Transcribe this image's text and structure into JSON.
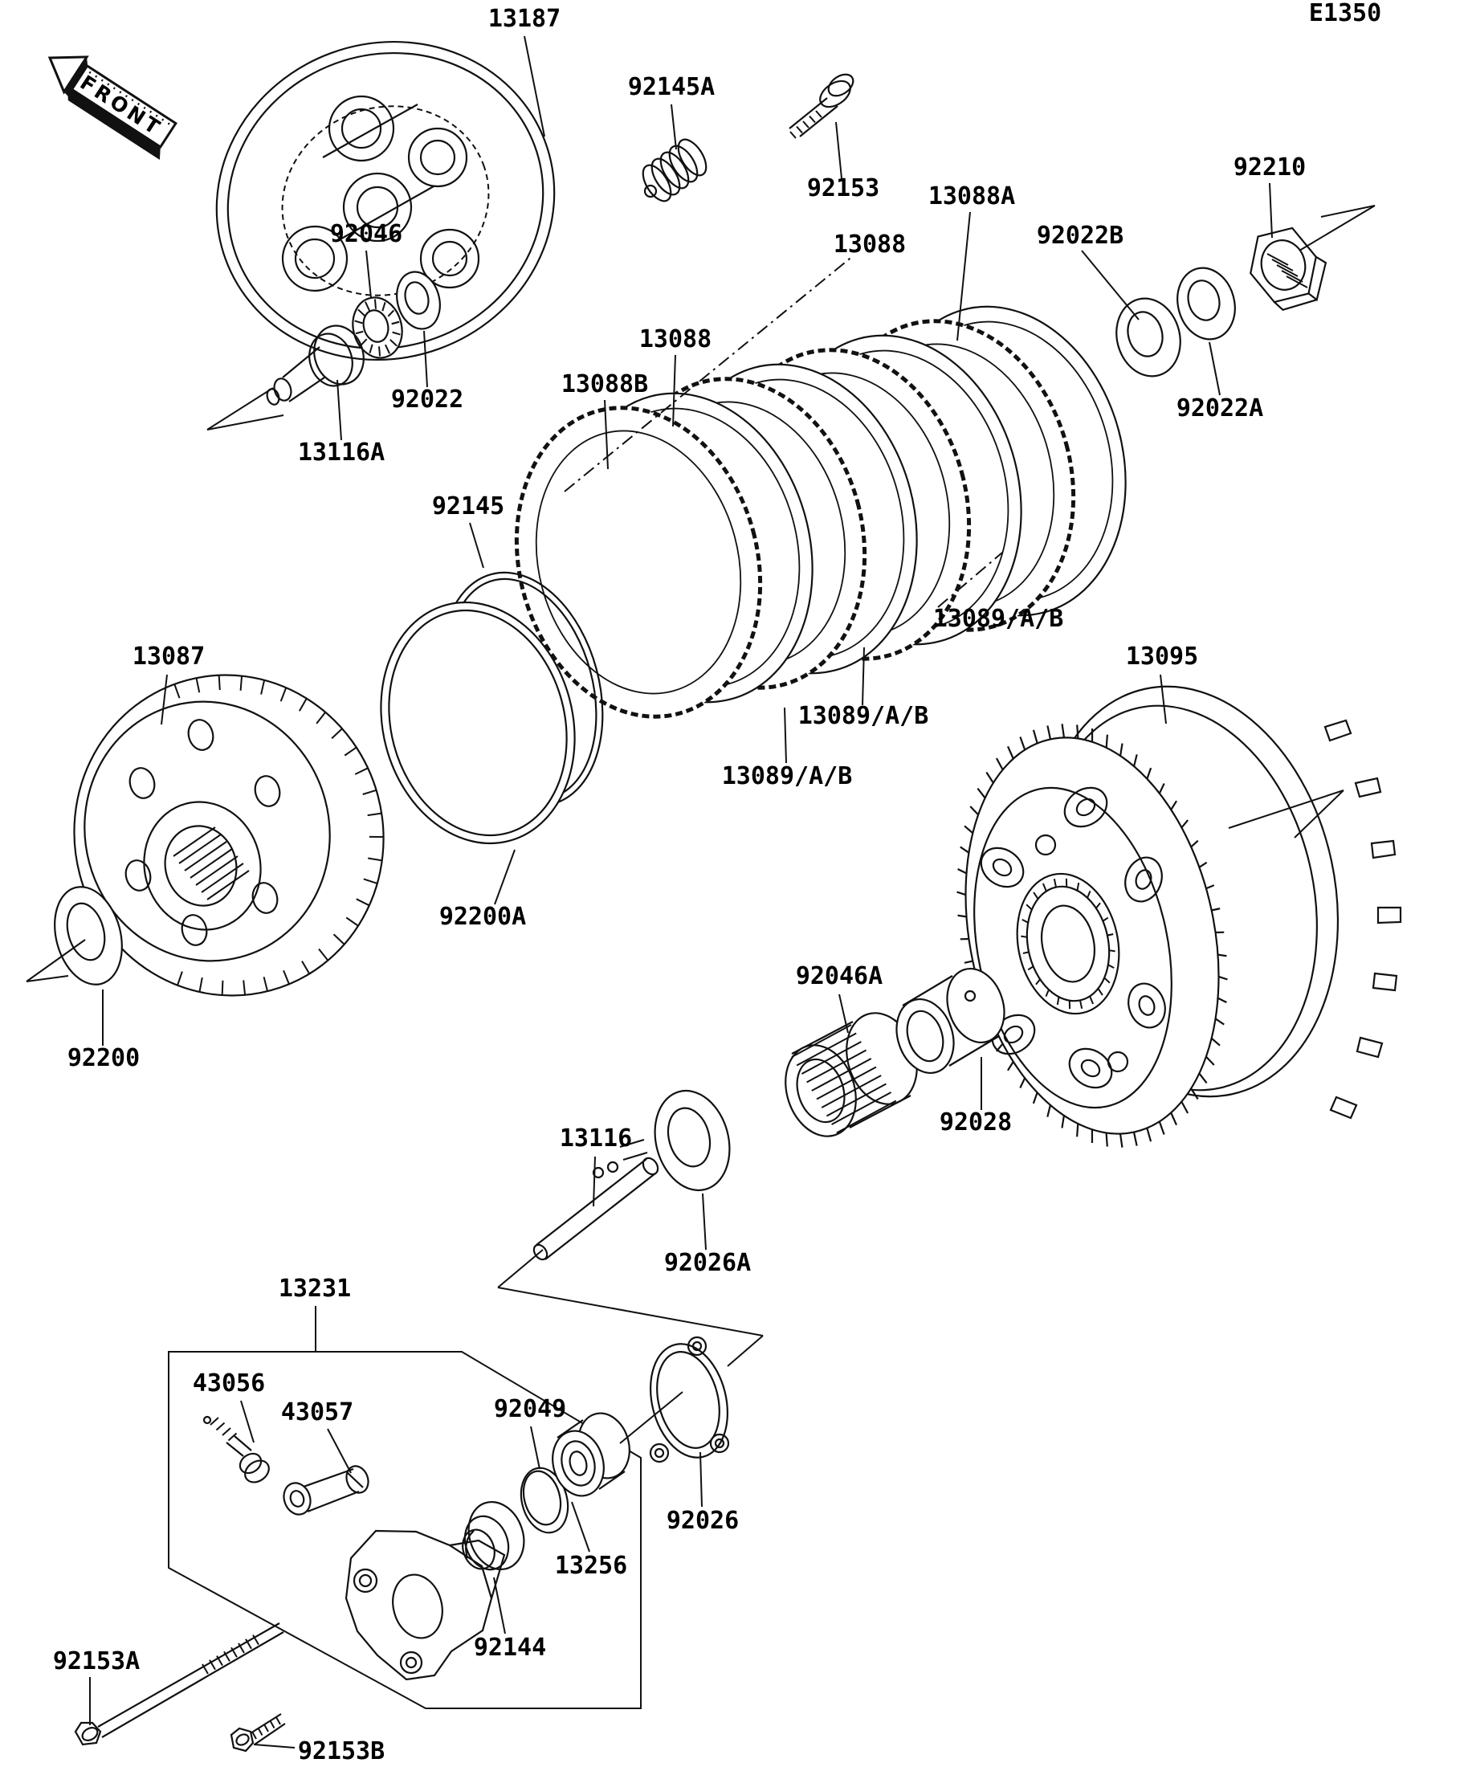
{
  "diagram": {
    "page_code": "E1350",
    "orientation": "FRONT",
    "drawing_type": "exploded-parts-diagram",
    "assembly": "clutch",
    "ink_color": "#111111",
    "background_color": "#ffffff",
    "part_numbers": [
      "13087",
      "13088",
      "13088A",
      "13088B",
      "13089/A/B",
      "13095",
      "13116",
      "13116A",
      "13187",
      "13231",
      "13256",
      "43056",
      "43057",
      "92022",
      "92022A",
      "92022B",
      "92026",
      "92026A",
      "92028",
      "92046",
      "92046A",
      "92049",
      "92144",
      "92145",
      "92145A",
      "92153",
      "92153A",
      "92153B",
      "92200",
      "92200A",
      "92210"
    ],
    "labels": [
      {
        "id": "front-marker",
        "text": "FRONT"
      },
      {
        "id": "page-code",
        "text": "E1350"
      },
      {
        "id": "13187",
        "text": "13187"
      },
      {
        "id": "92145A",
        "text": "92145A"
      },
      {
        "id": "92153",
        "text": "92153"
      },
      {
        "id": "13088A",
        "text": "13088A"
      },
      {
        "id": "92022B",
        "text": "92022B"
      },
      {
        "id": "92210",
        "text": "92210"
      },
      {
        "id": "92046",
        "text": "92046"
      },
      {
        "id": "13088-upper",
        "text": "13088"
      },
      {
        "id": "13088-mid",
        "text": "13088"
      },
      {
        "id": "13088B",
        "text": "13088B"
      },
      {
        "id": "92022",
        "text": "92022"
      },
      {
        "id": "92022A",
        "text": "92022A"
      },
      {
        "id": "13116A",
        "text": "13116A"
      },
      {
        "id": "92145",
        "text": "92145"
      },
      {
        "id": "13089AB-right",
        "text": "13089/A/B"
      },
      {
        "id": "13089AB-mid",
        "text": "13089/A/B"
      },
      {
        "id": "13089AB-left",
        "text": "13089/A/B"
      },
      {
        "id": "13087",
        "text": "13087"
      },
      {
        "id": "13095",
        "text": "13095"
      },
      {
        "id": "92200A",
        "text": "92200A"
      },
      {
        "id": "92200",
        "text": "92200"
      },
      {
        "id": "92046A",
        "text": "92046A"
      },
      {
        "id": "92028",
        "text": "92028"
      },
      {
        "id": "13116",
        "text": "13116"
      },
      {
        "id": "92026A",
        "text": "92026A"
      },
      {
        "id": "13231",
        "text": "13231"
      },
      {
        "id": "43056",
        "text": "43056"
      },
      {
        "id": "43057",
        "text": "43057"
      },
      {
        "id": "92049",
        "text": "92049"
      },
      {
        "id": "92026",
        "text": "92026"
      },
      {
        "id": "13256",
        "text": "13256"
      },
      {
        "id": "92144",
        "text": "92144"
      },
      {
        "id": "92153A",
        "text": "92153A"
      },
      {
        "id": "92153B",
        "text": "92153B"
      }
    ]
  }
}
